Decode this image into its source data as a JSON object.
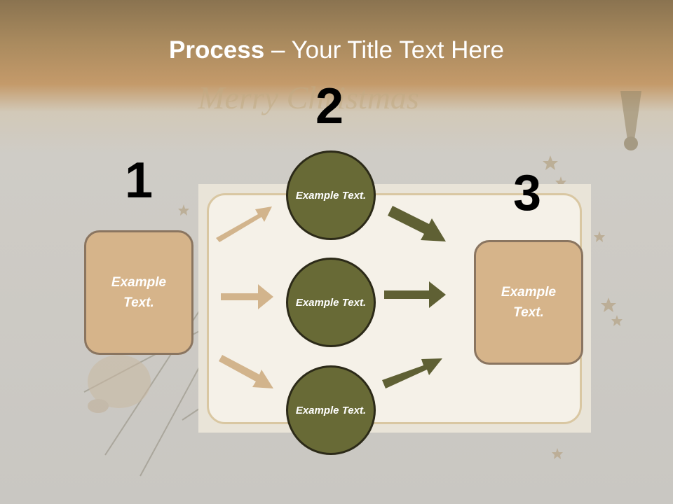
{
  "title": {
    "bold": "Process",
    "rest": " – Your Title Text Here"
  },
  "numbers": {
    "n1": "1",
    "n2": "2",
    "n3": "3"
  },
  "left_box": {
    "text": "Example Text."
  },
  "circles": [
    {
      "text": "Example Text."
    },
    {
      "text": "Example Text."
    },
    {
      "text": "Example Text."
    }
  ],
  "right_box": {
    "text": "Example Text."
  },
  "watermark": "Merry Christmas",
  "colors": {
    "tan_box": "#d6b48a",
    "olive_circle": "#686a36",
    "tan_arrow": "#d2b48c",
    "olive_arrow": "#5f6034"
  }
}
